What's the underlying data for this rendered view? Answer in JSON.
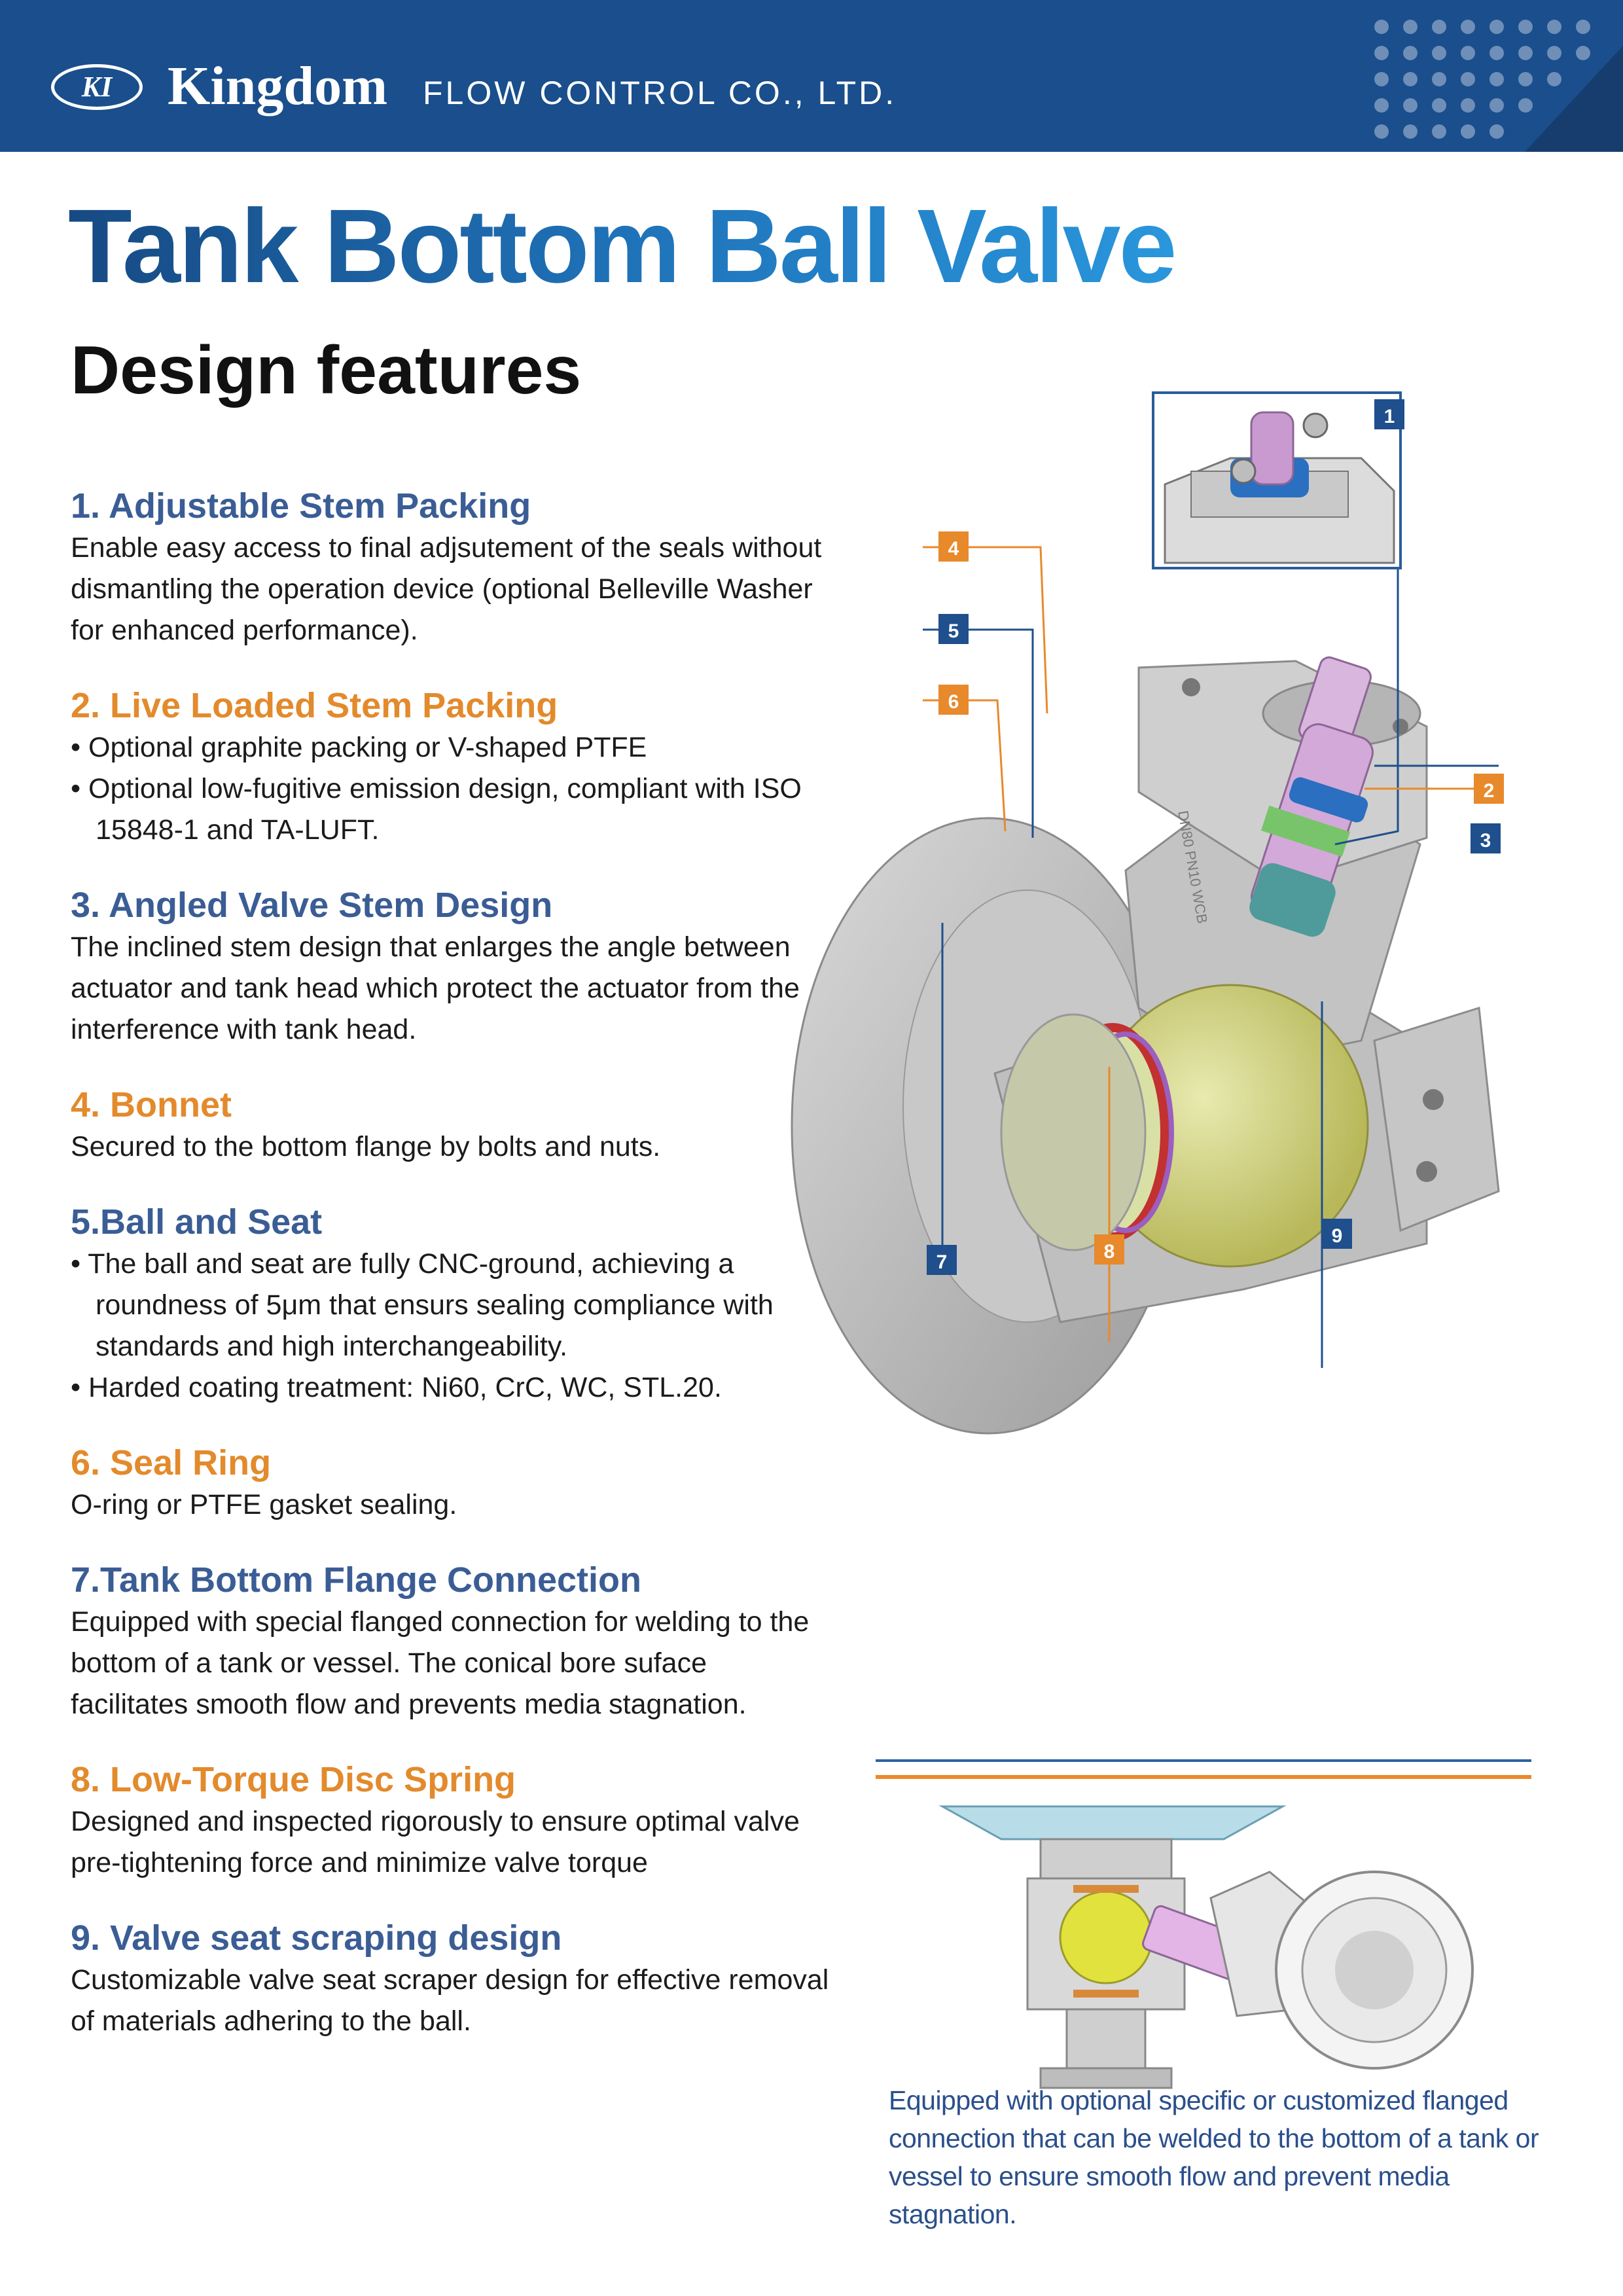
{
  "header": {
    "logo_mark": "KI",
    "brand": "Kingdom",
    "company": "FLOW CONTROL CO., LTD."
  },
  "title": "Tank Bottom Ball Valve",
  "subtitle": "Design features",
  "features": [
    {
      "heading": "1. Adjustable Stem Packing",
      "text": "Enable easy access to final adjsutement of the seals without dismantling the operation device (optional Belleville Washer for enhanced performance)."
    },
    {
      "heading": "2. Live Loaded Stem Packing",
      "bullets": [
        "Optional graphite packing or V-shaped PTFE",
        "Optional low-fugitive emission design, compliant with ISO 15848-1 and TA-LUFT."
      ]
    },
    {
      "heading": "3. Angled Valve Stem Design",
      "text": "The inclined stem design that enlarges the angle between actuator and tank head which protect the actuator from the interference with tank head."
    },
    {
      "heading": "4. Bonnet",
      "text": "Secured to the bottom flange by bolts and nuts."
    },
    {
      "heading": "5.Ball and Seat",
      "bullets": [
        "The ball and seat are fully CNC-ground, achieving a roundness of 5μm that ensurs sealing compliance with standards and high interchangeability.",
        "Harded coating treatment:  Ni60, CrC, WC, STL.20."
      ]
    },
    {
      "heading": "6. Seal Ring",
      "text": "O-ring or PTFE gasket sealing."
    },
    {
      "heading": "7.Tank Bottom Flange Connection",
      "text": "Equipped with special flanged connection for welding to the bottom of a tank or vessel. The conical bore suface facilitates smooth flow and prevents media stagnation."
    },
    {
      "heading": "8. Low-Torque Disc Spring",
      "text": "Designed and inspected rigorously to ensure optimal valve pre-tightening force and minimize valve torque"
    },
    {
      "heading": "9. Valve seat scraping design",
      "text": "Customizable valve seat scraper design for effective removal of materials adhering to the ball."
    }
  ],
  "callouts": [
    "1",
    "2",
    "3",
    "4",
    "5",
    "6",
    "7",
    "8",
    "9"
  ],
  "body_marking": "DN80\nPN10\nWCB",
  "caption": "Equipped with optional specific or customized flanged connection that can be welded to the bottom of a tank or vessel to ensure smooth flow and prevent media stagnation.",
  "colors": {
    "header": "#1a4e8c",
    "blue_heading": "#3b5d95",
    "orange_heading": "#e38a2c",
    "callout_blue": "#1f4f8c",
    "callout_orange": "#e8892c"
  }
}
